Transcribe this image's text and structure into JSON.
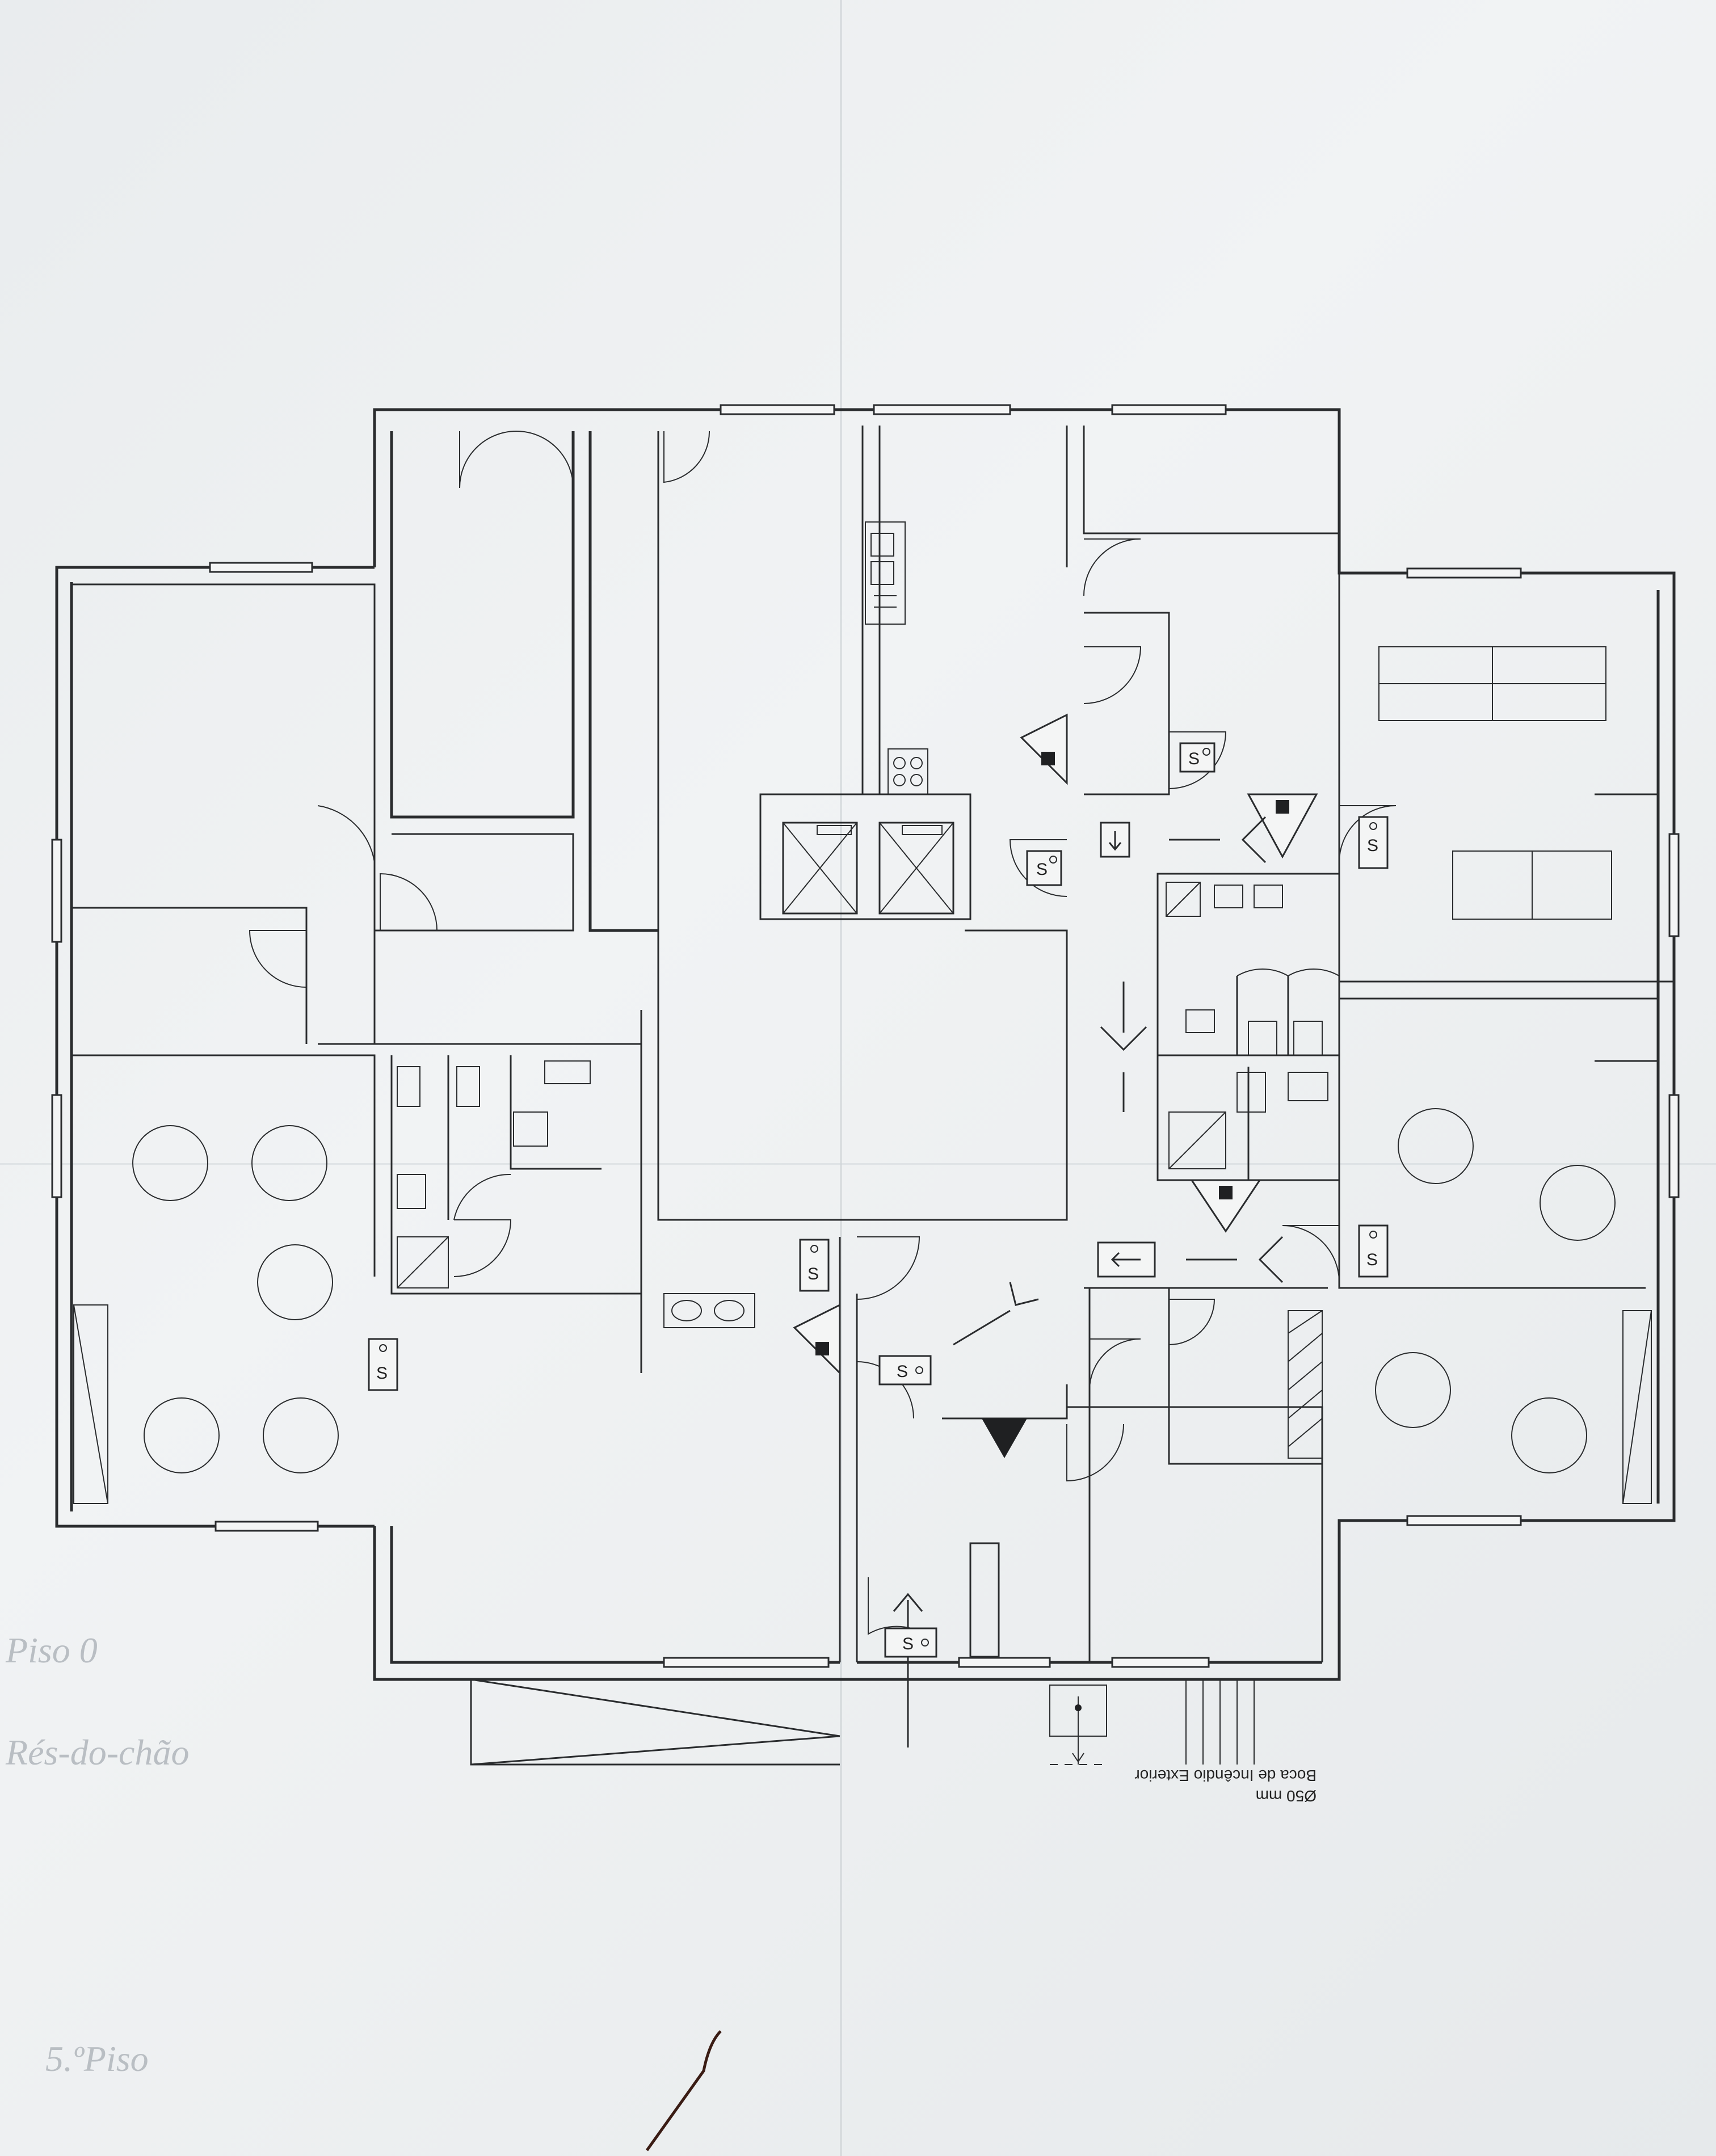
{
  "sheet": {
    "paper_color": "#eceff0",
    "line_color": "#2a2c2e"
  },
  "plan": {
    "extinguisher_label": "S",
    "hydrant_text_line1": "Boca de Incêndio Exterior",
    "hydrant_text_line2": "Ø50 mm",
    "hydrant_text_orientation": "upside-down"
  },
  "icons": {
    "extinguisher": "extinguisher-icon",
    "evacuation_arrow": "evacuation-arrow-icon",
    "exit_sign": "emergency-exit-sign-icon",
    "alarm_triangle": "alarm-triangle-icon",
    "table_round": "round-table-icon",
    "table_long": "long-table-icon"
  },
  "pencil_notes": [
    "Piso 0",
    "Rés-do-chão",
    "5.ºPiso"
  ]
}
